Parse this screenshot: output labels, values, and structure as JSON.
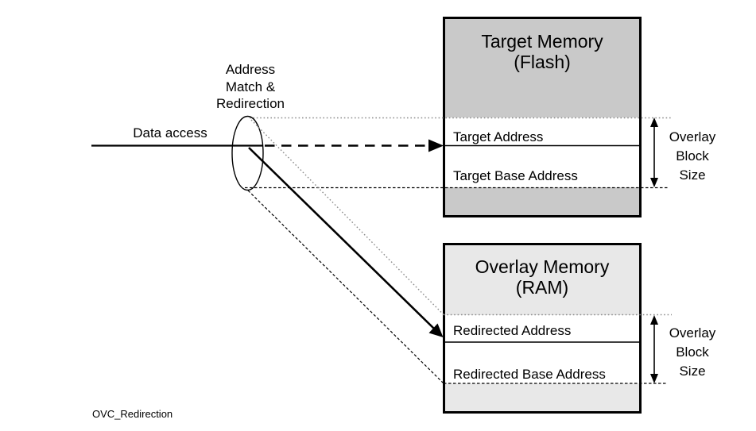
{
  "diagram_caption": "OVC_Redirection",
  "data_access_label": "Data access",
  "address_match_label": [
    "Address",
    "Match &",
    "Redirection"
  ],
  "target_memory": {
    "title": [
      "Target Memory",
      "(Flash)"
    ],
    "target_address_label": "Target Address",
    "target_base_address_label": "Target Base Address"
  },
  "overlay_memory": {
    "title": [
      "Overlay Memory",
      "(RAM)"
    ],
    "redirected_address_label": "Redirected Address",
    "redirected_base_address_label": "Redirected Base Address"
  },
  "overlay_block_size_label": [
    "Overlay",
    "Block",
    "Size"
  ],
  "colors": {
    "target_fill": "#c9c9c9",
    "overlay_fill": "#e8e8e8",
    "line": "#000000",
    "dotted": "#8c8c8c",
    "background": "#ffffff"
  }
}
